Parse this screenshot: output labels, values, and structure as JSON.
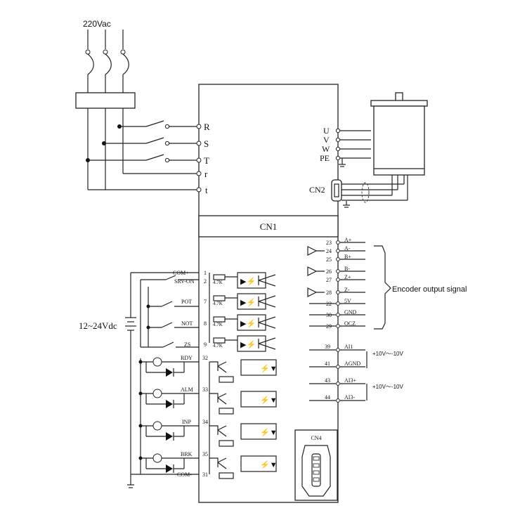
{
  "supply": {
    "voltage": "220Vac"
  },
  "power_terminals": [
    "R",
    "S",
    "T",
    "r",
    "t"
  ],
  "motor_terminals": [
    "U",
    "V",
    "W",
    "PE"
  ],
  "encoder_connector": "CN2",
  "main_connector": "CN1",
  "aux_connector": "CN4",
  "dc_supply": "12~24Vdc",
  "inputs": [
    {
      "name": "COM+",
      "pin": "1"
    },
    {
      "name": "SRV-ON",
      "pin": "2",
      "resistor": "4.7K"
    },
    {
      "name": "POT",
      "pin": "7",
      "resistor": "4.7K"
    },
    {
      "name": "NOT",
      "pin": "8",
      "resistor": "4.7K"
    },
    {
      "name": "ZS",
      "pin": "9",
      "resistor": "4.7K"
    }
  ],
  "outputs": [
    {
      "name": "RDY",
      "pin": "32"
    },
    {
      "name": "ALM",
      "pin": "33"
    },
    {
      "name": "INP",
      "pin": "34"
    },
    {
      "name": "BRK",
      "pin": "35"
    },
    {
      "name": "COM-",
      "pin": "31"
    }
  ],
  "encoder_pins": [
    {
      "pin": "23",
      "name": "A+"
    },
    {
      "pin": "24",
      "name": "A-"
    },
    {
      "pin": "25",
      "name": "B+"
    },
    {
      "pin": "26",
      "name": "B-"
    },
    {
      "pin": "27",
      "name": "Z+"
    },
    {
      "pin": "28",
      "name": "Z-"
    },
    {
      "pin": "22",
      "name": "5V"
    },
    {
      "pin": "30",
      "name": "GND"
    },
    {
      "pin": "29",
      "name": "OCZ"
    }
  ],
  "encoder_label": "Encoder output signal",
  "analog_pins": [
    {
      "pin": "39",
      "name": "AI1"
    },
    {
      "pin": "41",
      "name": "AGND"
    },
    {
      "pin": "43",
      "name": "AI3+"
    },
    {
      "pin": "44",
      "name": "AI3-"
    }
  ],
  "analog_ranges": [
    "+10V～-10V",
    "+10V～-10V"
  ]
}
